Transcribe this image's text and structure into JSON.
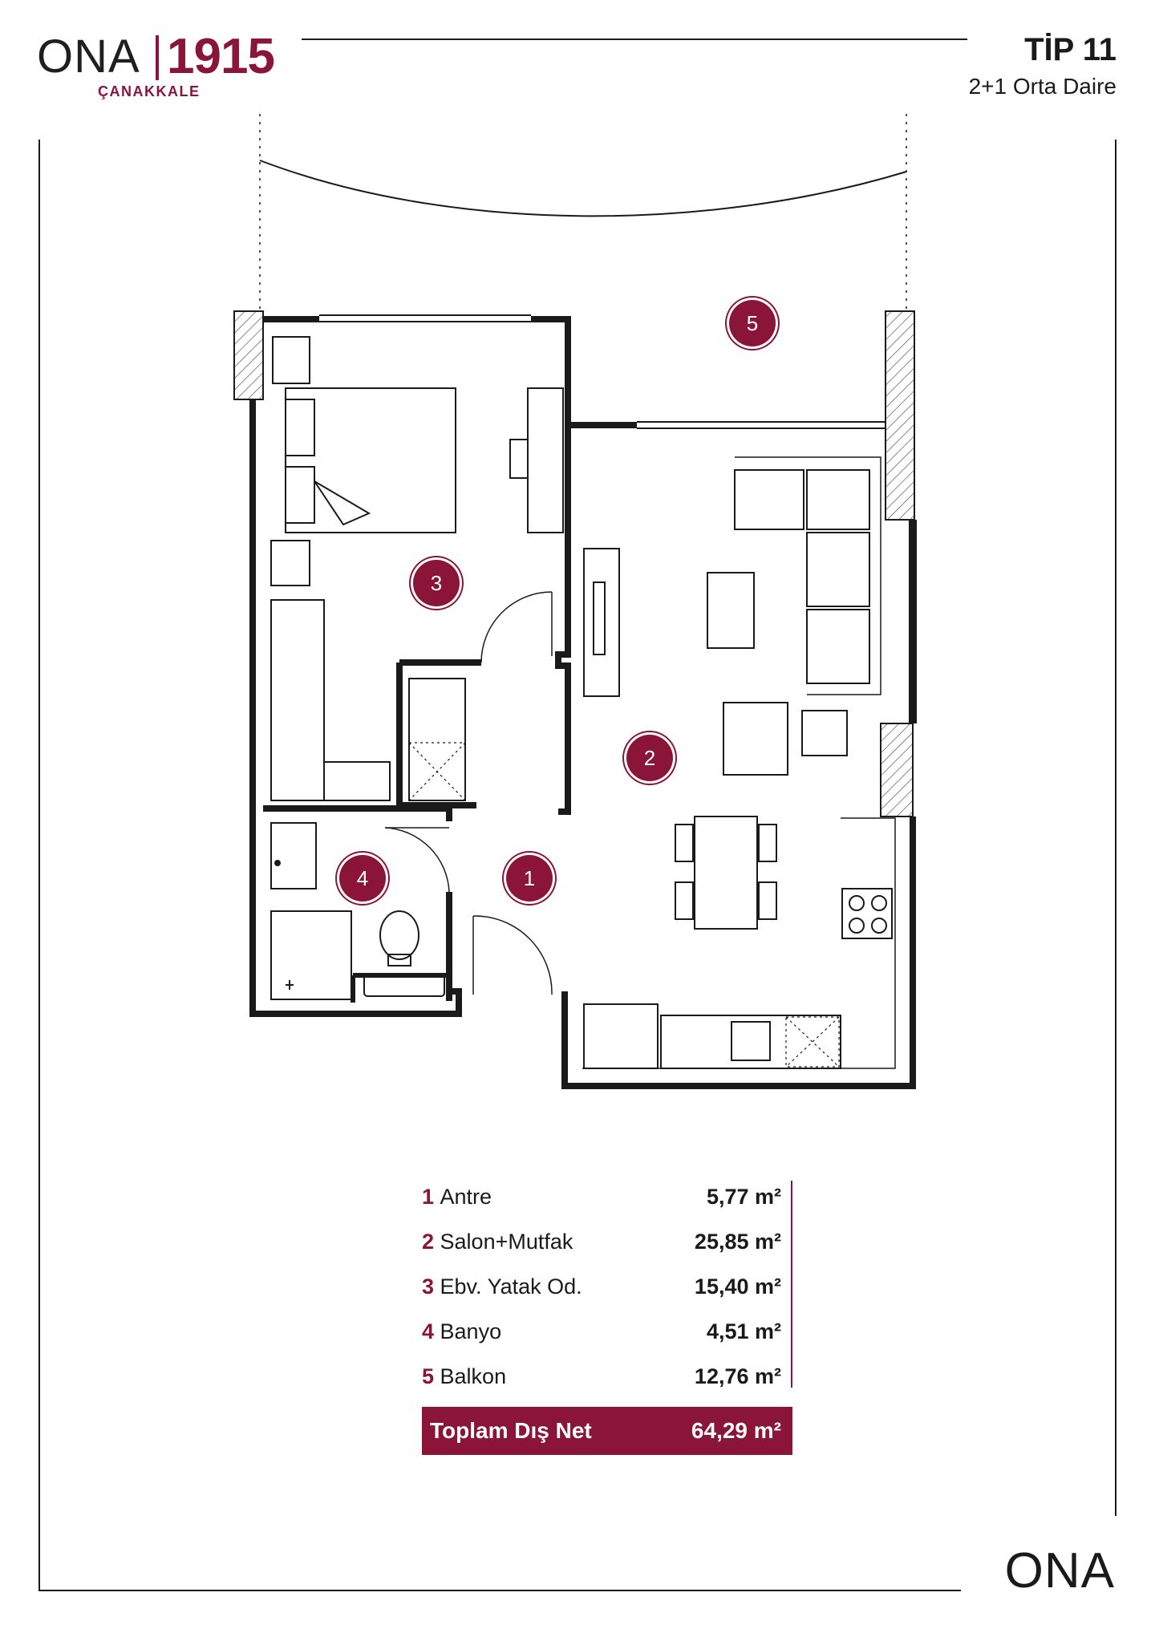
{
  "brand": {
    "name": "ONA",
    "year": "1915",
    "city": "ÇANAKKALE",
    "footer_logo": "ONA",
    "accent_color": "#8a1538"
  },
  "header": {
    "title": "TİP 11",
    "subtitle": "2+1 Orta Daire"
  },
  "plan": {
    "badges": [
      "1",
      "2",
      "3",
      "4",
      "5"
    ]
  },
  "areas": [
    {
      "num": "1",
      "name": "Antre",
      "value": "5,77 m²"
    },
    {
      "num": "2",
      "name": "Salon+Mutfak",
      "value": "25,85 m²"
    },
    {
      "num": "3",
      "name": "Ebv. Yatak Od.",
      "value": "15,40 m²"
    },
    {
      "num": "4",
      "name": "Banyo",
      "value": "4,51 m²"
    },
    {
      "num": "5",
      "name": "Balkon",
      "value": "12,76 m²"
    }
  ],
  "total": {
    "label": "Toplam Dış Net",
    "value": "64,29 m²"
  }
}
